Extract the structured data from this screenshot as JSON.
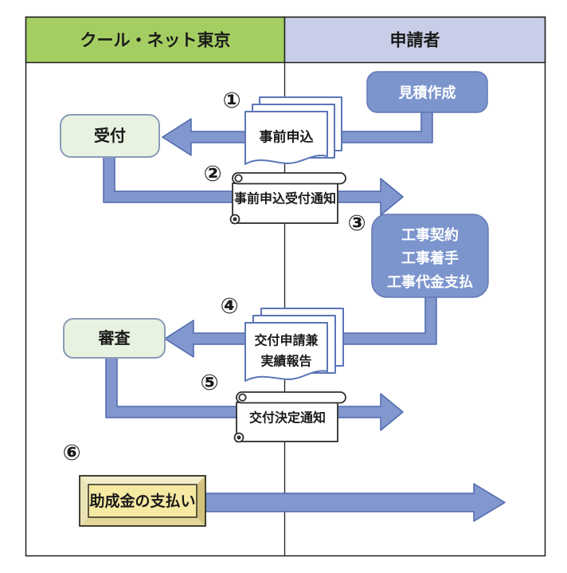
{
  "columns": {
    "left": "クール・ネット東京",
    "right": "申請者"
  },
  "steps": {
    "s1": "①",
    "s2": "②",
    "s3": "③",
    "s4": "④",
    "s5": "⑤",
    "s6": "⑥"
  },
  "nodes": {
    "estimate": "見積作成",
    "reception": "受付",
    "pre_application": "事前申込",
    "pre_application_notice": "事前申込受付通知",
    "construction_contract": "工事契約",
    "construction_start": "工事着手",
    "construction_payment": "工事代金支払",
    "examination": "審査",
    "grant_application_line1": "交付申請兼",
    "grant_application_line2": "実績報告",
    "grant_decision_notice": "交付決定通知",
    "subsidy_payment": "助成金の支払い"
  },
  "colors": {
    "header_left_bg": "#a5ce62",
    "header_right_bg": "#c9cee8",
    "process_box_blue": "#7d95cd",
    "process_box_green": "#e8f2e1",
    "arrow_fill": "#8297cd",
    "arrow_stroke": "#4f69ae",
    "payment_box_yellow": "#f6e9a2"
  }
}
